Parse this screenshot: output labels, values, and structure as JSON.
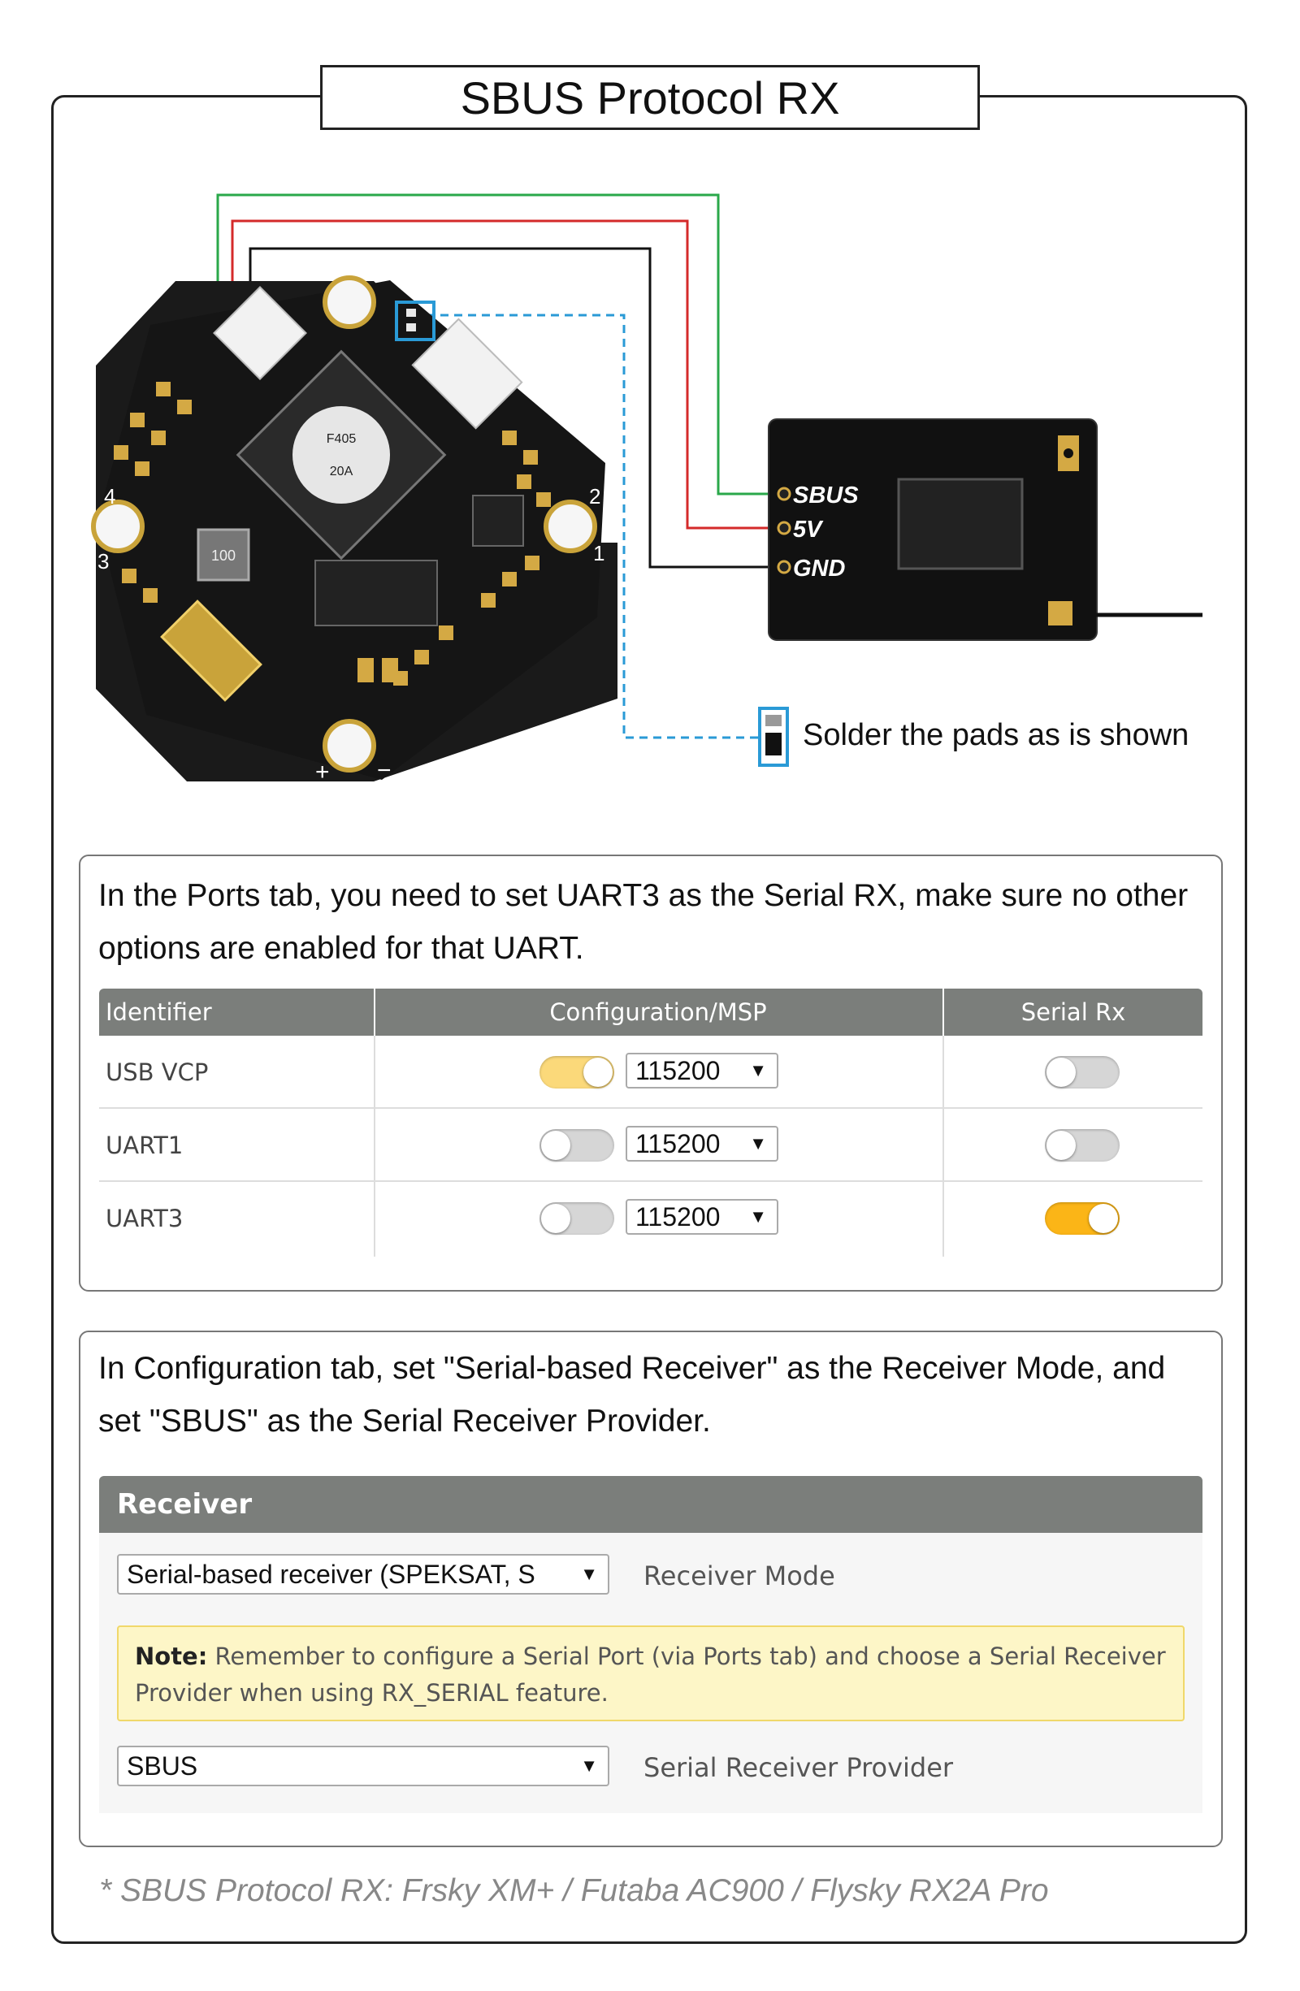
{
  "title": "SBUS Protocol RX",
  "receiver_pads": [
    "SBUS",
    "5V",
    "GND"
  ],
  "solder_label": "Solder the pads as is shown",
  "board": {
    "chip_marks": [
      "F405",
      "20A"
    ],
    "inductor_mark": "100",
    "motor_numbers": [
      "1",
      "2",
      "3",
      "4"
    ],
    "polarity_plus": "+",
    "polarity_minus": "−"
  },
  "ports": {
    "instructions": "In the Ports tab, you need to set UART3 as the Serial RX, make sure no other options are enabled for that UART.",
    "headers": [
      "Identifier",
      "Configuration/MSP",
      "Serial Rx"
    ],
    "rows": [
      {
        "id": "USB VCP",
        "msp_enabled": true,
        "baud": "115200",
        "serial_rx": false
      },
      {
        "id": "UART1",
        "msp_enabled": false,
        "baud": "115200",
        "serial_rx": false
      },
      {
        "id": "UART3",
        "msp_enabled": false,
        "baud": "115200",
        "serial_rx": true
      }
    ]
  },
  "configuration": {
    "instructions": "In Configuration tab, set \"Serial-based Receiver\" as the Receiver Mode, and set \"SBUS\" as the Serial Receiver Provider.",
    "section_title": "Receiver",
    "receiver_mode_value": "Serial-based receiver (SPEKSAT, S",
    "receiver_mode_label": "Receiver Mode",
    "note_prefix": "Note:",
    "note_text": " Remember to configure a Serial Port (via Ports tab) and choose a Serial Receiver Provider when using RX_SERIAL feature.",
    "provider_value": "SBUS",
    "provider_label": "Serial Receiver Provider"
  },
  "footnote": "* SBUS Protocol RX: Frsky XM+ / Futaba AC900 / Flysky RX2A Pro",
  "colors": {
    "wire_signal": "#2aa84a",
    "wire_power": "#d42a2a",
    "wire_ground": "#111111",
    "dashed_line": "#2a9ad6",
    "toggle_on": "#fbb517",
    "toggle_on_light": "#fbd97a",
    "table_header": "#7b7e7b",
    "note_bg": "#fdf6c7"
  }
}
